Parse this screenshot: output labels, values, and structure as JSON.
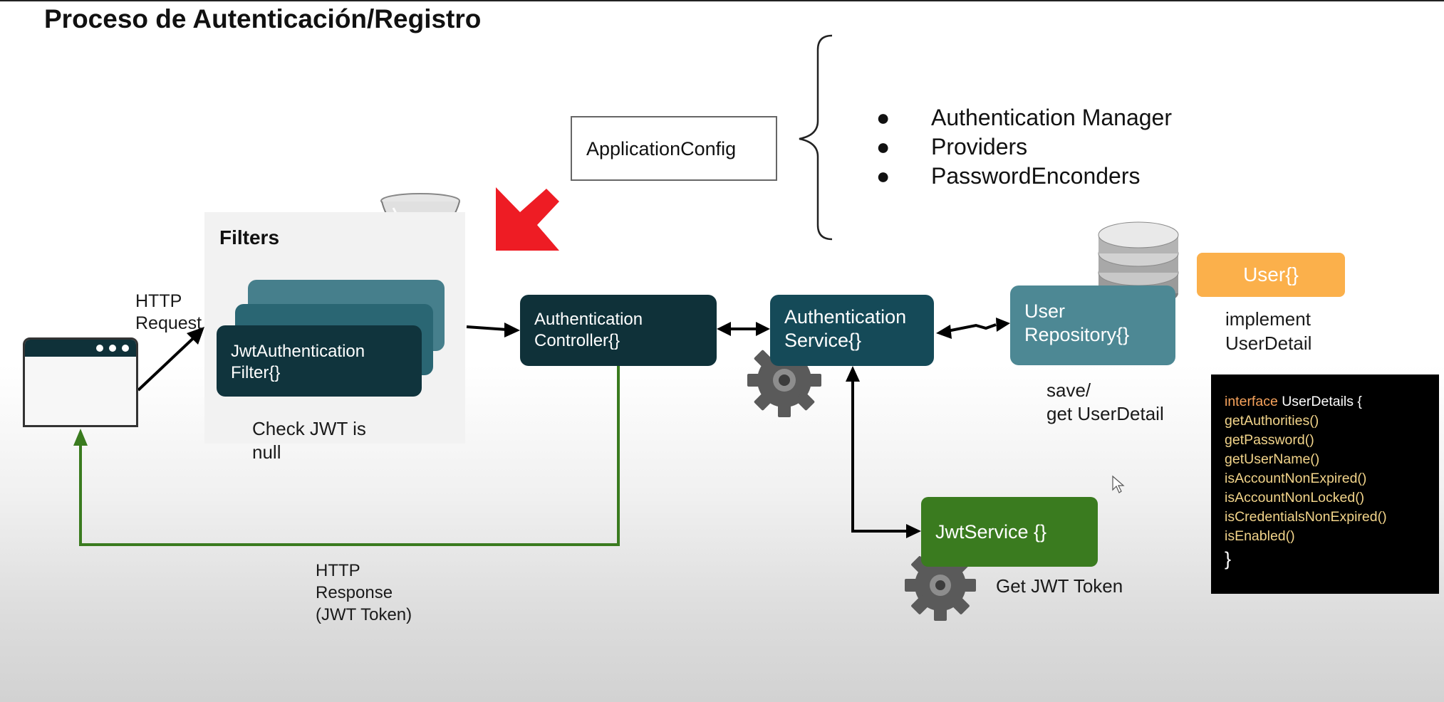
{
  "title": "Proceso de Autenticación/Registro",
  "http_request": [
    "HTTP",
    "Request"
  ],
  "http_response": [
    "HTTP",
    "Response",
    "(JWT Token)"
  ],
  "filters": {
    "title": "Filters",
    "filter_name": [
      "JwtAuthentication",
      "Filter{}"
    ],
    "check_text": [
      "Check JWT is",
      "null"
    ]
  },
  "controller": [
    "Authentication",
    "Controller{}"
  ],
  "service": [
    "Authentication",
    "Service{}"
  ],
  "repository": [
    "User",
    "Repository{}"
  ],
  "repository_note": [
    "save/",
    "get UserDetail"
  ],
  "user": {
    "label": "User{}",
    "note": [
      "implement",
      "UserDetail"
    ]
  },
  "jwt_service": {
    "label": "JwtService {}",
    "note": "Get JWT Token"
  },
  "application_config": {
    "label": "ApplicationConfig",
    "items": [
      "Authentication Manager",
      "Providers",
      "PasswordEnconders"
    ]
  },
  "code": {
    "keyword": "interface",
    "name": "UserDetails {",
    "methods": [
      "getAuthorities()",
      "getPassword()",
      "getUserName()",
      "isAccountNonExpired()",
      "isAccountNonLocked()",
      "isCredentialsNonExpired()",
      "isEnabled()"
    ],
    "closing": "}"
  },
  "icons": {
    "browser": "browser-window-icon",
    "funnel": "funnel-icon",
    "arrow": "red-pointer-arrow-icon",
    "gear": "gear-icon",
    "database": "database-icon",
    "cursor": "mouse-cursor-icon"
  },
  "colors": {
    "dark_teal": "#0f3139",
    "teal": "#154a58",
    "light_teal": "#4d8894",
    "orange": "#fbb04b",
    "green": "#3a7b1f",
    "red_arrow": "#ee1c24"
  }
}
